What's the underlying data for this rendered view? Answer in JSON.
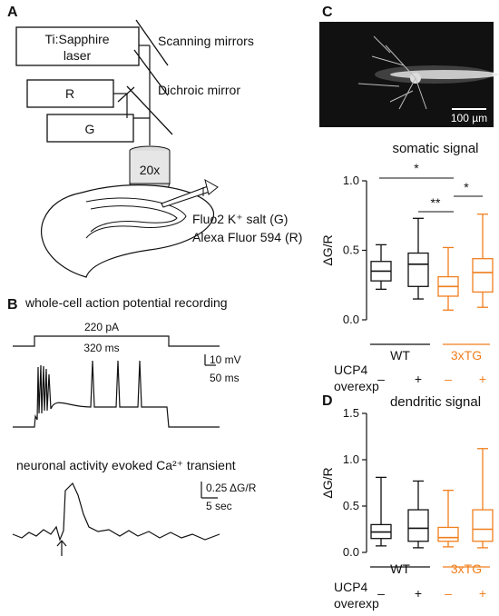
{
  "panels": {
    "a": "A",
    "b": "B",
    "c": "C",
    "d": "D"
  },
  "setup": {
    "laser": [
      "Ti:Sapphire",
      "laser"
    ],
    "scanning": "Scanning mirrors",
    "r": "R",
    "dichroic": "Dichroic mirror",
    "g": "G",
    "objective": "20x",
    "fluo": "Fluo2 K⁺ salt (G)",
    "alexa": "Alexa Fluor 594 (R)"
  },
  "ephys": {
    "title": "whole-cell action potential recording",
    "current": "220 pA",
    "duration": "320 ms",
    "scale_mv": "10 mV",
    "scale_ms": "50 ms"
  },
  "calcium": {
    "title": "neuronal activity evoked Ca²⁺ transient",
    "scale_y": "0.25 ΔG/R",
    "scale_x": "5 sec"
  },
  "micrograph": {
    "scale": "100 µm"
  },
  "groups": {
    "wt": "WT",
    "tg": "3xTG"
  },
  "condition": {
    "label": [
      "UCP4",
      "overexp"
    ],
    "marks": [
      "–",
      "+",
      "–",
      "+"
    ]
  },
  "colors": {
    "wt": "#111111",
    "tg": "#f07f1e"
  },
  "chart_data": [
    {
      "type": "box",
      "title": "somatic signal",
      "ylabel": "ΔG/R",
      "ylim": [
        0,
        1.0
      ],
      "yticks": [
        "0.0",
        "0.5",
        "1.0"
      ],
      "categories": [
        "WT –",
        "WT +",
        "3xTG –",
        "3xTG +"
      ],
      "boxes": [
        {
          "whisker_low": 0.22,
          "q1": 0.28,
          "median": 0.35,
          "q3": 0.42,
          "whisker_high": 0.54
        },
        {
          "whisker_low": 0.15,
          "q1": 0.24,
          "median": 0.4,
          "q3": 0.48,
          "whisker_high": 0.73
        },
        {
          "whisker_low": 0.07,
          "q1": 0.17,
          "median": 0.24,
          "q3": 0.31,
          "whisker_high": 0.52
        },
        {
          "whisker_low": 0.09,
          "q1": 0.2,
          "median": 0.34,
          "q3": 0.44,
          "whisker_high": 0.76
        }
      ],
      "significance": [
        "*",
        "**",
        "*"
      ]
    },
    {
      "type": "box",
      "title": "dendritic signal",
      "ylabel": "ΔG/R",
      "ylim": [
        0,
        1.5
      ],
      "yticks": [
        "0.0",
        "0.5",
        "1.0",
        "1.5"
      ],
      "categories": [
        "WT –",
        "WT +",
        "3xTG –",
        "3xTG +"
      ],
      "boxes": [
        {
          "whisker_low": 0.07,
          "q1": 0.15,
          "median": 0.22,
          "q3": 0.3,
          "whisker_high": 0.81
        },
        {
          "whisker_low": 0.05,
          "q1": 0.12,
          "median": 0.26,
          "q3": 0.46,
          "whisker_high": 0.77
        },
        {
          "whisker_low": 0.06,
          "q1": 0.12,
          "median": 0.16,
          "q3": 0.27,
          "whisker_high": 0.67
        },
        {
          "whisker_low": 0.05,
          "q1": 0.12,
          "median": 0.25,
          "q3": 0.46,
          "whisker_high": 1.12
        }
      ]
    }
  ]
}
